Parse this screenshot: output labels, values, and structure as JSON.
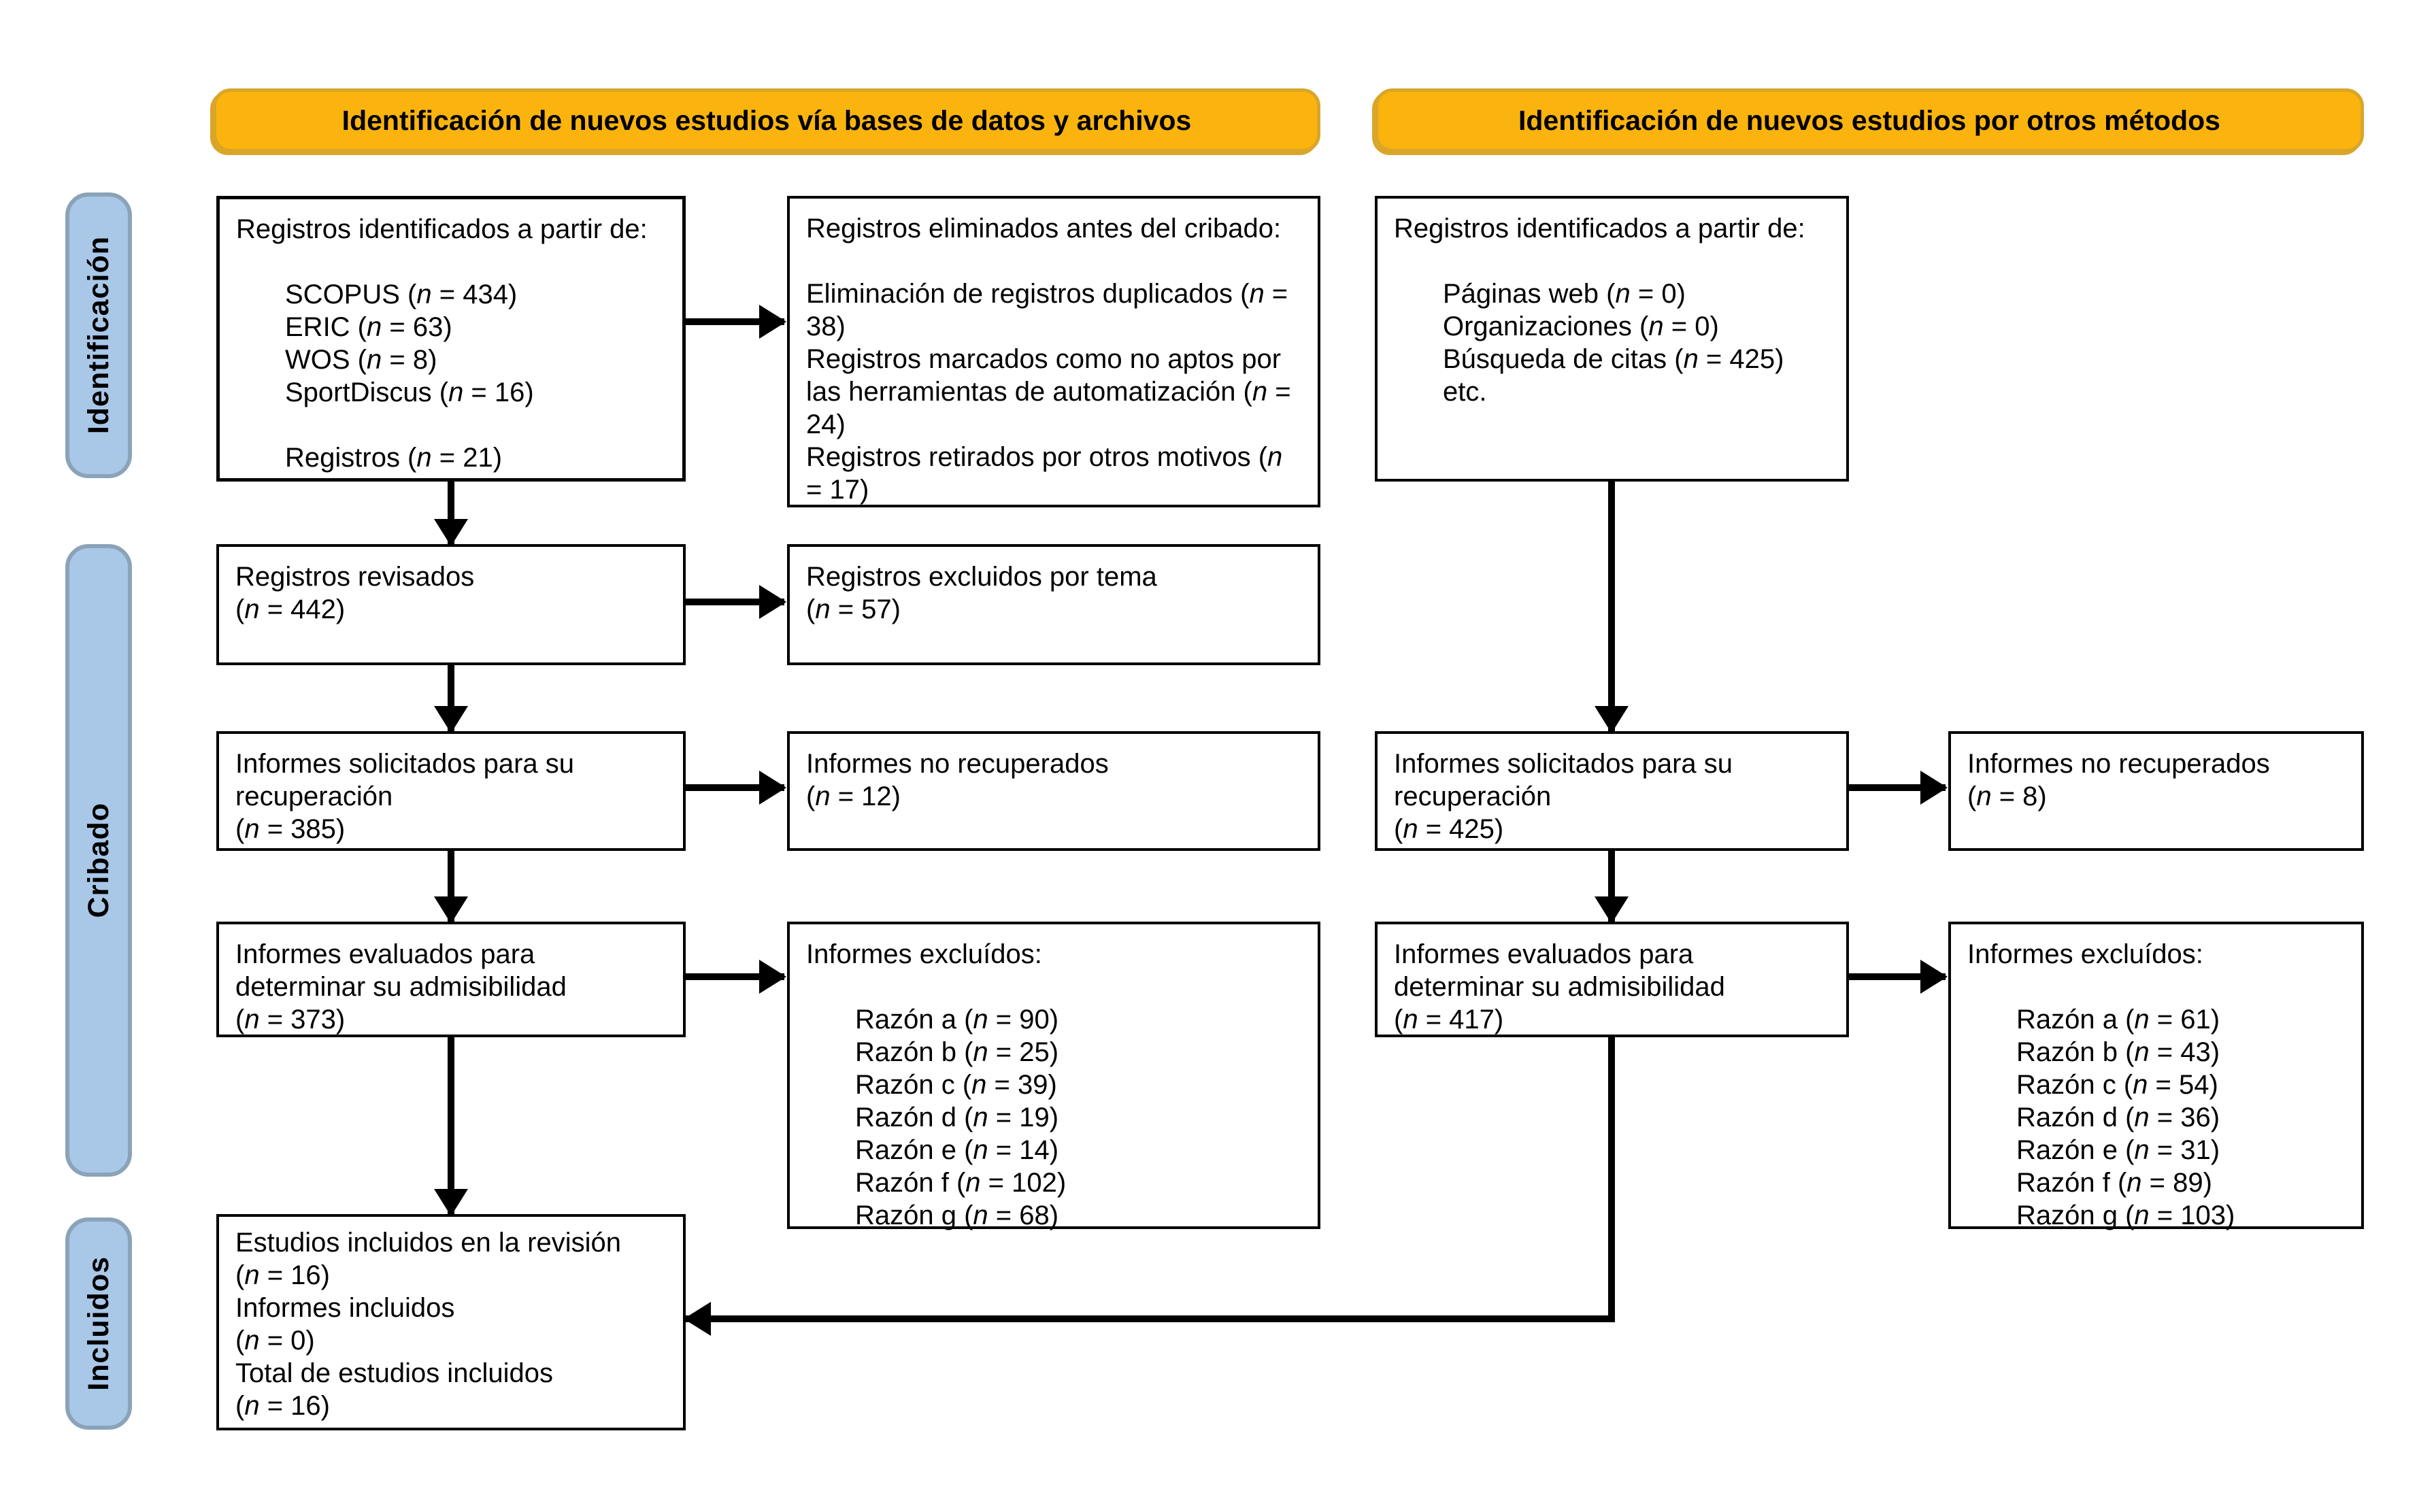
{
  "banners": {
    "left": "Identificación de nuevos estudios vía bases de datos y archivos",
    "right": "Identificación de nuevos estudios por otros métodos"
  },
  "stages": {
    "identification": "Identificación",
    "screening": "Cribado",
    "included": "Incluidos"
  },
  "left_flow": {
    "identified": {
      "title": "Registros identificados a partir de:",
      "sources": [
        "SCOPUS (n = 434)",
        "ERIC (n = 63)",
        "WOS (n = 8)",
        "SportDiscus (n = 16)"
      ],
      "registers": "Registros (n = 21)"
    },
    "removed_before_screening": {
      "title": "Registros eliminados antes del cribado:",
      "reasons": [
        "Eliminación de registros duplicados (n = 38)",
        "Registros marcados como no aptos por las herramientas de automatización (n = 24)",
        "Registros retirados por otros motivos (n = 17)"
      ]
    },
    "screened": {
      "lines": [
        "Registros revisados",
        "(n = 442)"
      ]
    },
    "excluded_by_topic": {
      "lines": [
        "Registros excluidos por tema",
        "(n = 57)"
      ]
    },
    "sought": {
      "lines": [
        "Informes solicitados para su recuperación",
        "(n = 385)"
      ]
    },
    "not_retrieved": {
      "lines": [
        "Informes no recuperados",
        "(n = 12)"
      ]
    },
    "assessed": {
      "lines": [
        "Informes evaluados para determinar su admisibilidad",
        "(n = 373)"
      ]
    },
    "excluded": {
      "title": "Informes excluídos:",
      "reasons": [
        "Razón a (n = 90)",
        "Razón b (n = 25)",
        "Razón c (n = 39)",
        "Razón d (n = 19)",
        "Razón e (n = 14)",
        "Razón f (n = 102)",
        "Razón g (n = 68)"
      ]
    },
    "included": {
      "lines": [
        "Estudios incluidos en la revisión",
        "(n = 16)",
        "Informes incluidos",
        "(n = 0)",
        "Total de estudios incluidos",
        "(n = 16)"
      ]
    }
  },
  "right_flow": {
    "identified": {
      "title": "Registros identificados a partir de:",
      "sources": [
        "Páginas web (n = 0)",
        "Organizaciones (n = 0)",
        "Búsqueda de citas (n = 425)",
        "etc."
      ]
    },
    "sought": {
      "lines": [
        "Informes solicitados para su recuperación",
        "(n = 425)"
      ]
    },
    "not_retrieved": {
      "lines": [
        "Informes no recuperados",
        "(n = 8)"
      ]
    },
    "assessed": {
      "lines": [
        "Informes evaluados para determinar su admisibilidad",
        "(n = 417)"
      ]
    },
    "excluded": {
      "title": "Informes excluídos:",
      "reasons": [
        "Razón a (n = 61)",
        "Razón b (n = 43)",
        "Razón c (n = 54)",
        "Razón d (n = 36)",
        "Razón e (n = 31)",
        "Razón f (n = 89)",
        "Razón g (n = 103)"
      ]
    }
  },
  "colors": {
    "banner_fill": "#FBB40E",
    "banner_border": "#D9A62A",
    "stage_fill": "#A9C7E7",
    "stage_border": "#8AA3B8",
    "box_border": "#000000"
  }
}
